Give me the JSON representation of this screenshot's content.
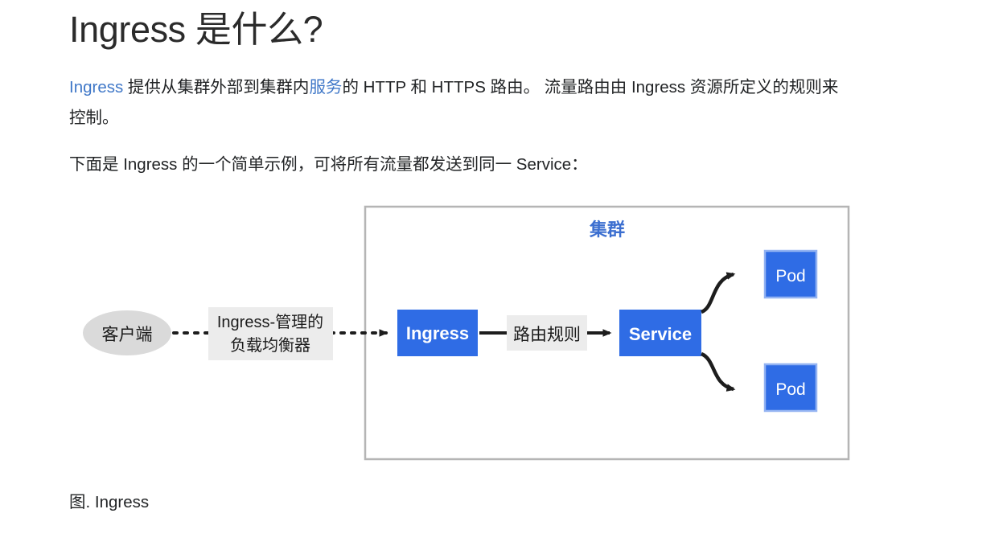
{
  "page": {
    "title": "Ingress 是什么?",
    "paragraphs": [
      {
        "id": "intro",
        "parts": [
          {
            "type": "link",
            "text": "Ingress"
          },
          {
            "type": "text",
            "text": " 提供从集群外部到集群内"
          },
          {
            "type": "link",
            "text": "服务"
          },
          {
            "type": "text",
            "text": "的 HTTP 和 HTTPS 路由。 流量路由由 Ingress 资源所定义的规则来控制。"
          }
        ]
      },
      {
        "id": "example-intro",
        "text": "下面是 Ingress 的一个简单示例，可将所有流量都发送到同一 Service："
      }
    ],
    "figure_caption": "图. Ingress"
  },
  "diagram": {
    "cluster_label": "集群",
    "client_label": "客户端",
    "load_balancer_label_line1": "Ingress-管理的",
    "load_balancer_label_line2": "负载均衡器",
    "ingress_label": "Ingress",
    "routing_rules_label": "路由规则",
    "service_label": "Service",
    "pod_top_label": "Pod",
    "pod_bottom_label": "Pod"
  },
  "colors": {
    "link": "#4078c8",
    "cluster_title": "#3c6fd0",
    "node_blue": "#2f6ce5",
    "pod_border": "#93b3f2",
    "client_fill": "#dadada",
    "label_fill": "#ececec",
    "cluster_border": "#b5b5b5",
    "arrow": "#1d1d1d",
    "text": "#222426"
  }
}
